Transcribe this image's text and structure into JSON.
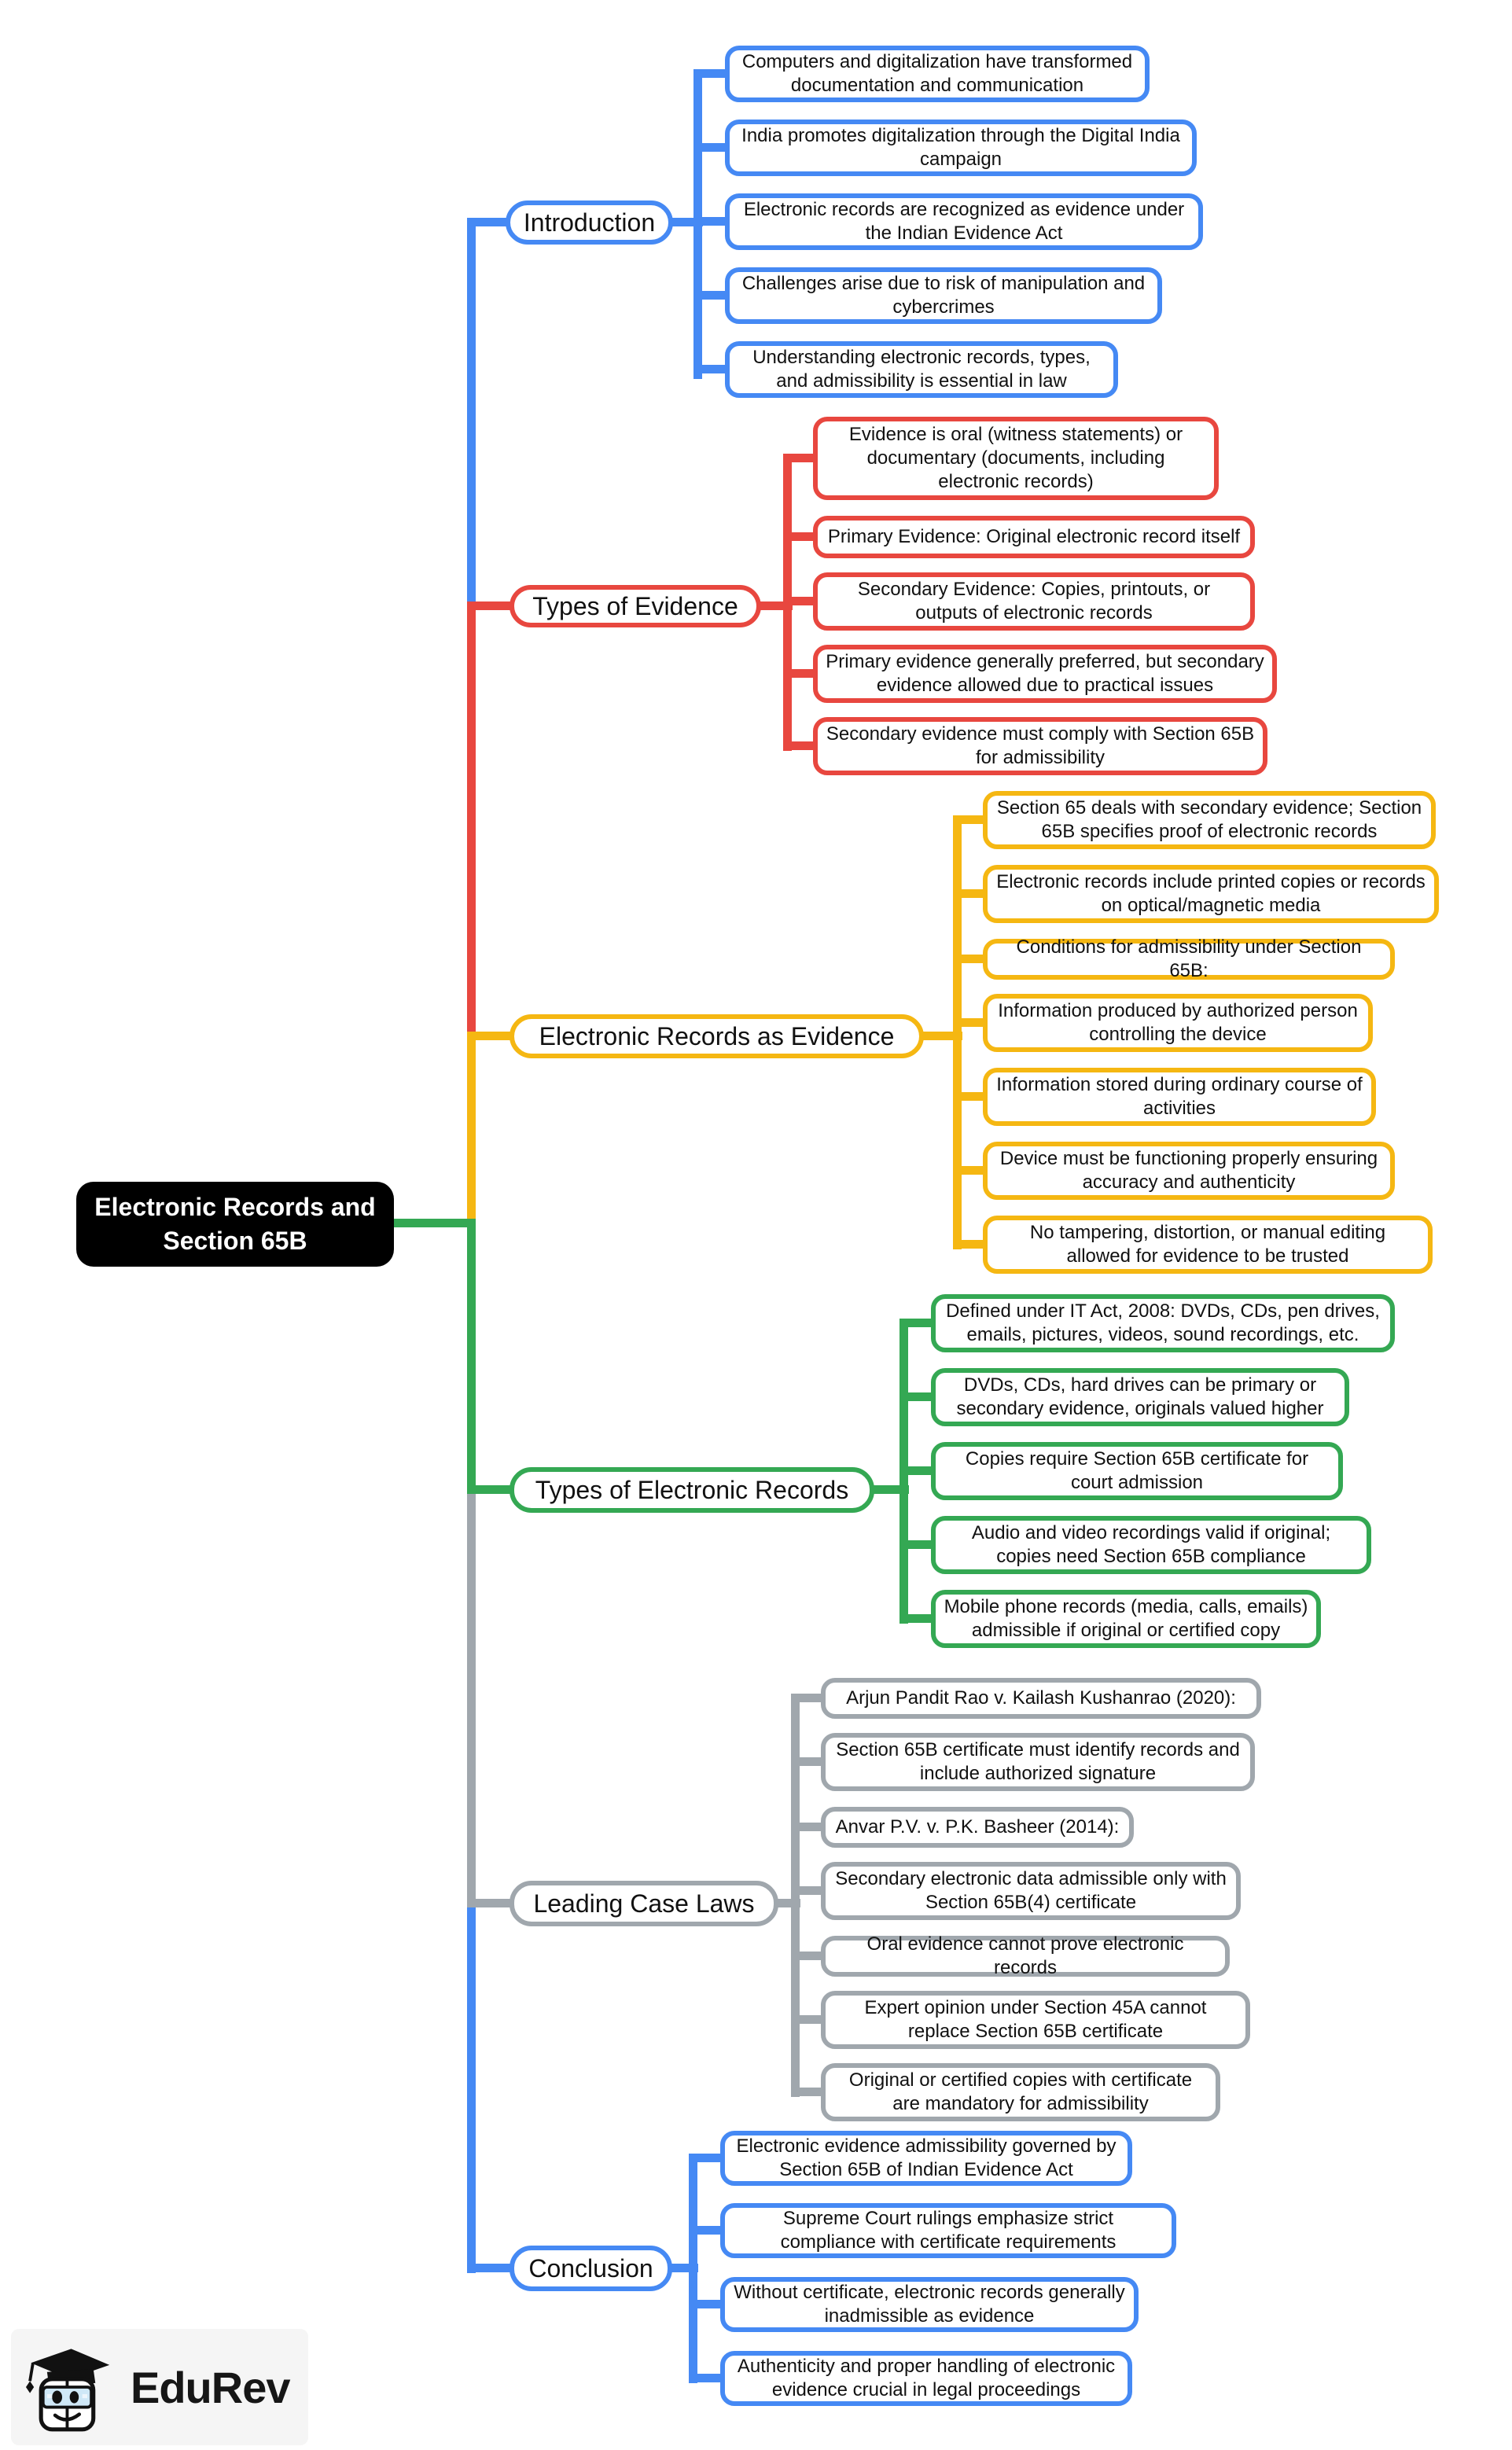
{
  "root": {
    "title": "Electronic Records and Section 65B"
  },
  "colors": {
    "blue": "#4589f4",
    "red": "#e8473f",
    "yellow": "#f5b712",
    "green": "#34a853",
    "gray": "#a0a7ad",
    "root_bg": "#000000"
  },
  "branches": [
    {
      "label": "Introduction",
      "color": "#4589f4",
      "children": [
        "Computers and digitalization have transformed documentation and communication",
        "India promotes digitalization through the Digital India campaign",
        "Electronic records are recognized as evidence under the Indian Evidence Act",
        "Challenges arise due to risk of manipulation and cybercrimes",
        "Understanding electronic records, types, and admissibility is essential in law"
      ]
    },
    {
      "label": "Types of Evidence",
      "color": "#e8473f",
      "children": [
        "Evidence is oral (witness statements) or documentary (documents, including electronic records)",
        "Primary Evidence: Original electronic record itself",
        "Secondary Evidence: Copies, printouts, or outputs of electronic records",
        "Primary evidence generally preferred, but secondary evidence allowed due to practical issues",
        "Secondary evidence must comply with Section 65B for admissibility"
      ]
    },
    {
      "label": "Electronic Records as Evidence",
      "color": "#f5b712",
      "children": [
        "Section 65 deals with secondary evidence; Section 65B specifies proof of electronic records",
        "Electronic records include printed copies or records on optical/magnetic media",
        "Conditions for admissibility under Section 65B:",
        "Information produced by authorized person controlling the device",
        "Information stored during ordinary course of activities",
        "Device must be functioning properly ensuring accuracy and authenticity",
        "No tampering, distortion, or manual editing allowed for evidence to be trusted"
      ]
    },
    {
      "label": "Types of Electronic Records",
      "color": "#34a853",
      "children": [
        "Defined under IT Act, 2008: DVDs, CDs, pen drives, emails, pictures, videos, sound recordings, etc.",
        "DVDs, CDs, hard drives can be primary or secondary evidence, originals valued higher",
        "Copies require Section 65B certificate for court admission",
        "Audio and video recordings valid if original; copies need Section 65B compliance",
        "Mobile phone records (media, calls, emails) admissible if original or certified copy"
      ]
    },
    {
      "label": "Leading Case Laws",
      "color": "#a0a7ad",
      "children": [
        "Arjun Pandit Rao v. Kailash Kushanrao (2020):",
        "Section 65B certificate must identify records and include authorized signature",
        "Anvar P.V. v. P.K. Basheer (2014):",
        "Secondary electronic data admissible only with Section 65B(4) certificate",
        "Oral evidence cannot prove electronic records",
        "Expert opinion under Section 45A cannot replace Section 65B certificate",
        "Original or certified copies with certificate are mandatory for admissibility"
      ]
    },
    {
      "label": "Conclusion",
      "color": "#4589f4",
      "children": [
        "Electronic evidence admissibility governed by Section 65B of Indian Evidence Act",
        "Supreme Court rulings emphasize strict compliance with certificate requirements",
        "Without certificate, electronic records generally inadmissible as evidence",
        "Authenticity and proper handling of electronic evidence crucial in legal proceedings"
      ]
    }
  ],
  "logo": {
    "text": "EduRev"
  }
}
